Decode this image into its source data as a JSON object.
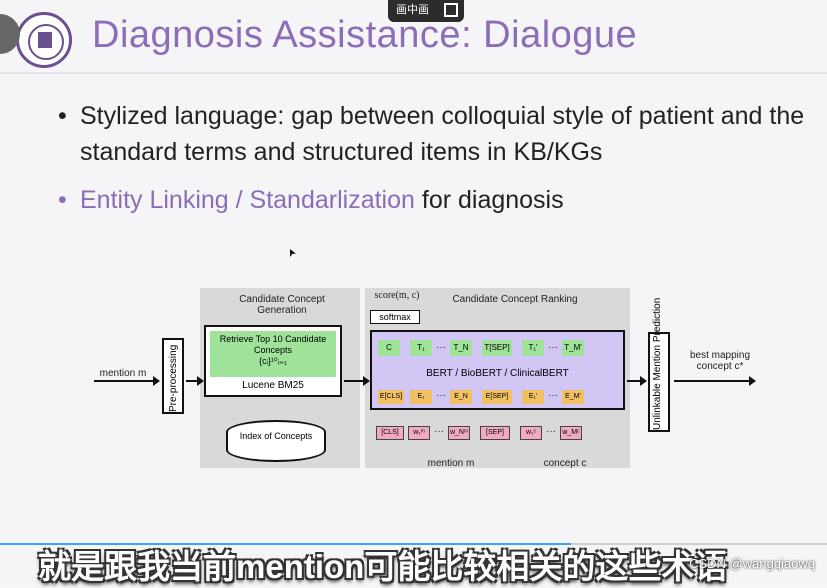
{
  "player": {
    "pip_label": "画中画",
    "progress_fraction": 0.69
  },
  "slide": {
    "title": "Diagnosis Assistance: Dialogue",
    "bullets": [
      {
        "dot": "•",
        "text": "Stylized language: gap between colloquial style of patient and the standard terms and structured items in KB/KGs"
      },
      {
        "dot": "•",
        "highlight": "Entity Linking / Standarlization",
        "rest": " for diagnosis"
      }
    ],
    "figure": {
      "gen_title": "Candidate Concept Generation",
      "rank_title": "Candidate Concept Ranking",
      "score": "score(m, c)",
      "softmax": "softmax",
      "retrieve": "Retrieve Top 10 Candidate Concepts",
      "retrieve_set": "{cᵢ}¹⁰ᵢ₌₁",
      "lucene": "Lucene BM25",
      "index": "Index of Concepts",
      "mention_in": "mention m",
      "preprocessing": "Pre-processing",
      "bert": "BERT / BioBERT / ClinicalBERT",
      "unlinkable": "Unlinkable Mention Prediction",
      "best_mapping": "best mapping concept c*",
      "mention_label": "mention m",
      "concept_label": "concept c",
      "out_tokens": [
        "C",
        "T₁",
        "···",
        "T_N",
        "T[SEP]",
        "T₁'",
        "···",
        "T_M'"
      ],
      "emb_tokens": [
        "E[CLS]",
        "E₁",
        "···",
        "E_N",
        "E[SEP]",
        "E₁'",
        "···",
        "E_M'"
      ],
      "in_tokens": [
        "[CLS]",
        "w₁ᵐ",
        "···",
        "w_Nᵐ",
        "[SEP]",
        "w₁ᶜ",
        "···",
        "w_Mᶜ"
      ]
    }
  },
  "subtitle": "就是跟我当前mention可能比较相关的这些术语",
  "watermark": "CSDN @wangqiaowq",
  "colors": {
    "title": "#8c6db8",
    "accent_green": "#9fe39a",
    "bert_purple": "#d2c6f5",
    "progress": "#3aa3ff"
  }
}
